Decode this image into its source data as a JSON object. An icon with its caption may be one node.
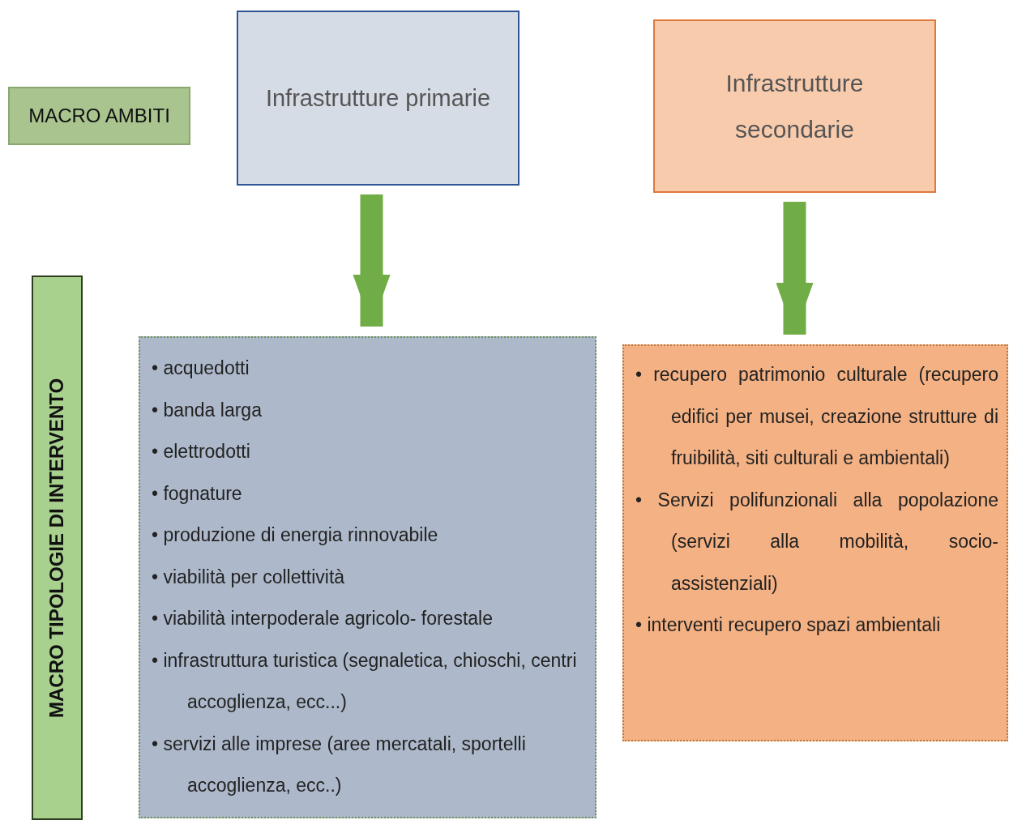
{
  "diagram": {
    "nodes": [
      {
        "text": [
          "MACRO AMBITI"
        ]
      },
      {
        "text": [
          "Infrastrutture primarie"
        ]
      },
      {
        "text": [
          "Infrastrutture secondarie"
        ]
      },
      {
        "text": [
          "MACRO TIPOLOGIE DI INTERVENTO"
        ]
      },
      {
        "text": [
          "• acquedotti",
          "• banda larga",
          "• elettrodotti",
          "• fognature",
          "• produzione di energia rinnovabile",
          "• viabilità per collettività",
          "• viabilità interpoderale agricolo- forestale",
          "• infrastruttura turistica (segnaletica, chioschi, centri accoglienza, ecc...)",
          "• servizi alle imprese (aree mercatali, sportelli accoglienza, ecc..)"
        ]
      },
      {
        "text": [
          "• recupero patrimonio culturale (recupero edifici per musei, creazione strutture di fruibilità, siti culturali e ambientali)",
          "• Servizi polifunzionali alla popolazione (servizi alla mobilità, socio-assistenziali)",
          "• interventi recupero spazi ambientali"
        ]
      }
    ],
    "edges": [
      {
        "from": 1,
        "to": 4,
        "arrow": "to"
      },
      {
        "from": 2,
        "to": 5,
        "arrow": "to"
      }
    ]
  }
}
